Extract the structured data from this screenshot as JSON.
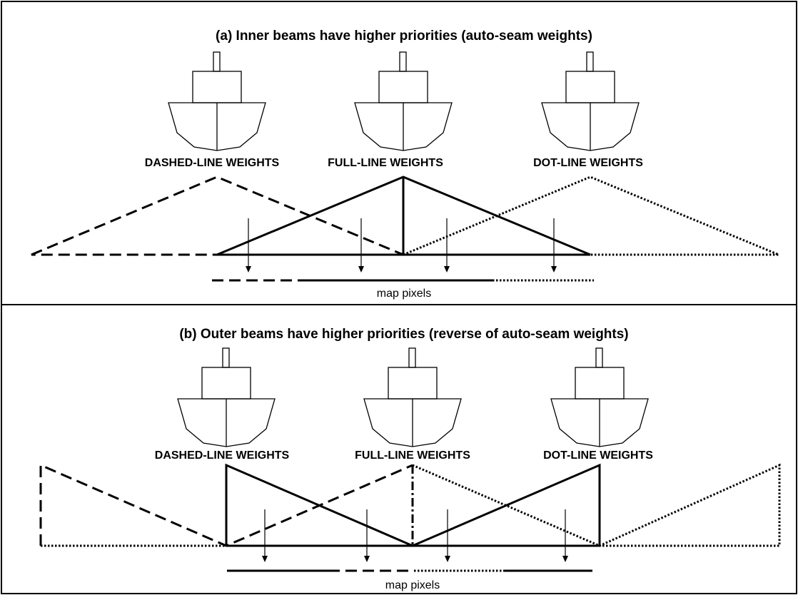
{
  "panel_a": {
    "title": "(a) Inner beams have higher priorities (auto-seam weights)",
    "beam_labels": [
      "DASHED-LINE WEIGHTS",
      "FULL-LINE WEIGHTS",
      "DOT-LINE WEIGHTS"
    ],
    "footer_label": "map pixels"
  },
  "panel_b": {
    "title": "(b) Outer beams have higher priorities (reverse of auto-seam weights)",
    "beam_labels": [
      "DASHED-LINE WEIGHTS",
      "FULL-LINE WEIGHTS",
      "DOT-LINE WEIGHTS"
    ],
    "footer_label": "map pixels"
  },
  "line_styles": {
    "dashed": "dashed",
    "full": "solid",
    "dotted": "dotted"
  },
  "colors": {
    "ink": "#000000",
    "background": "#ffffff"
  }
}
